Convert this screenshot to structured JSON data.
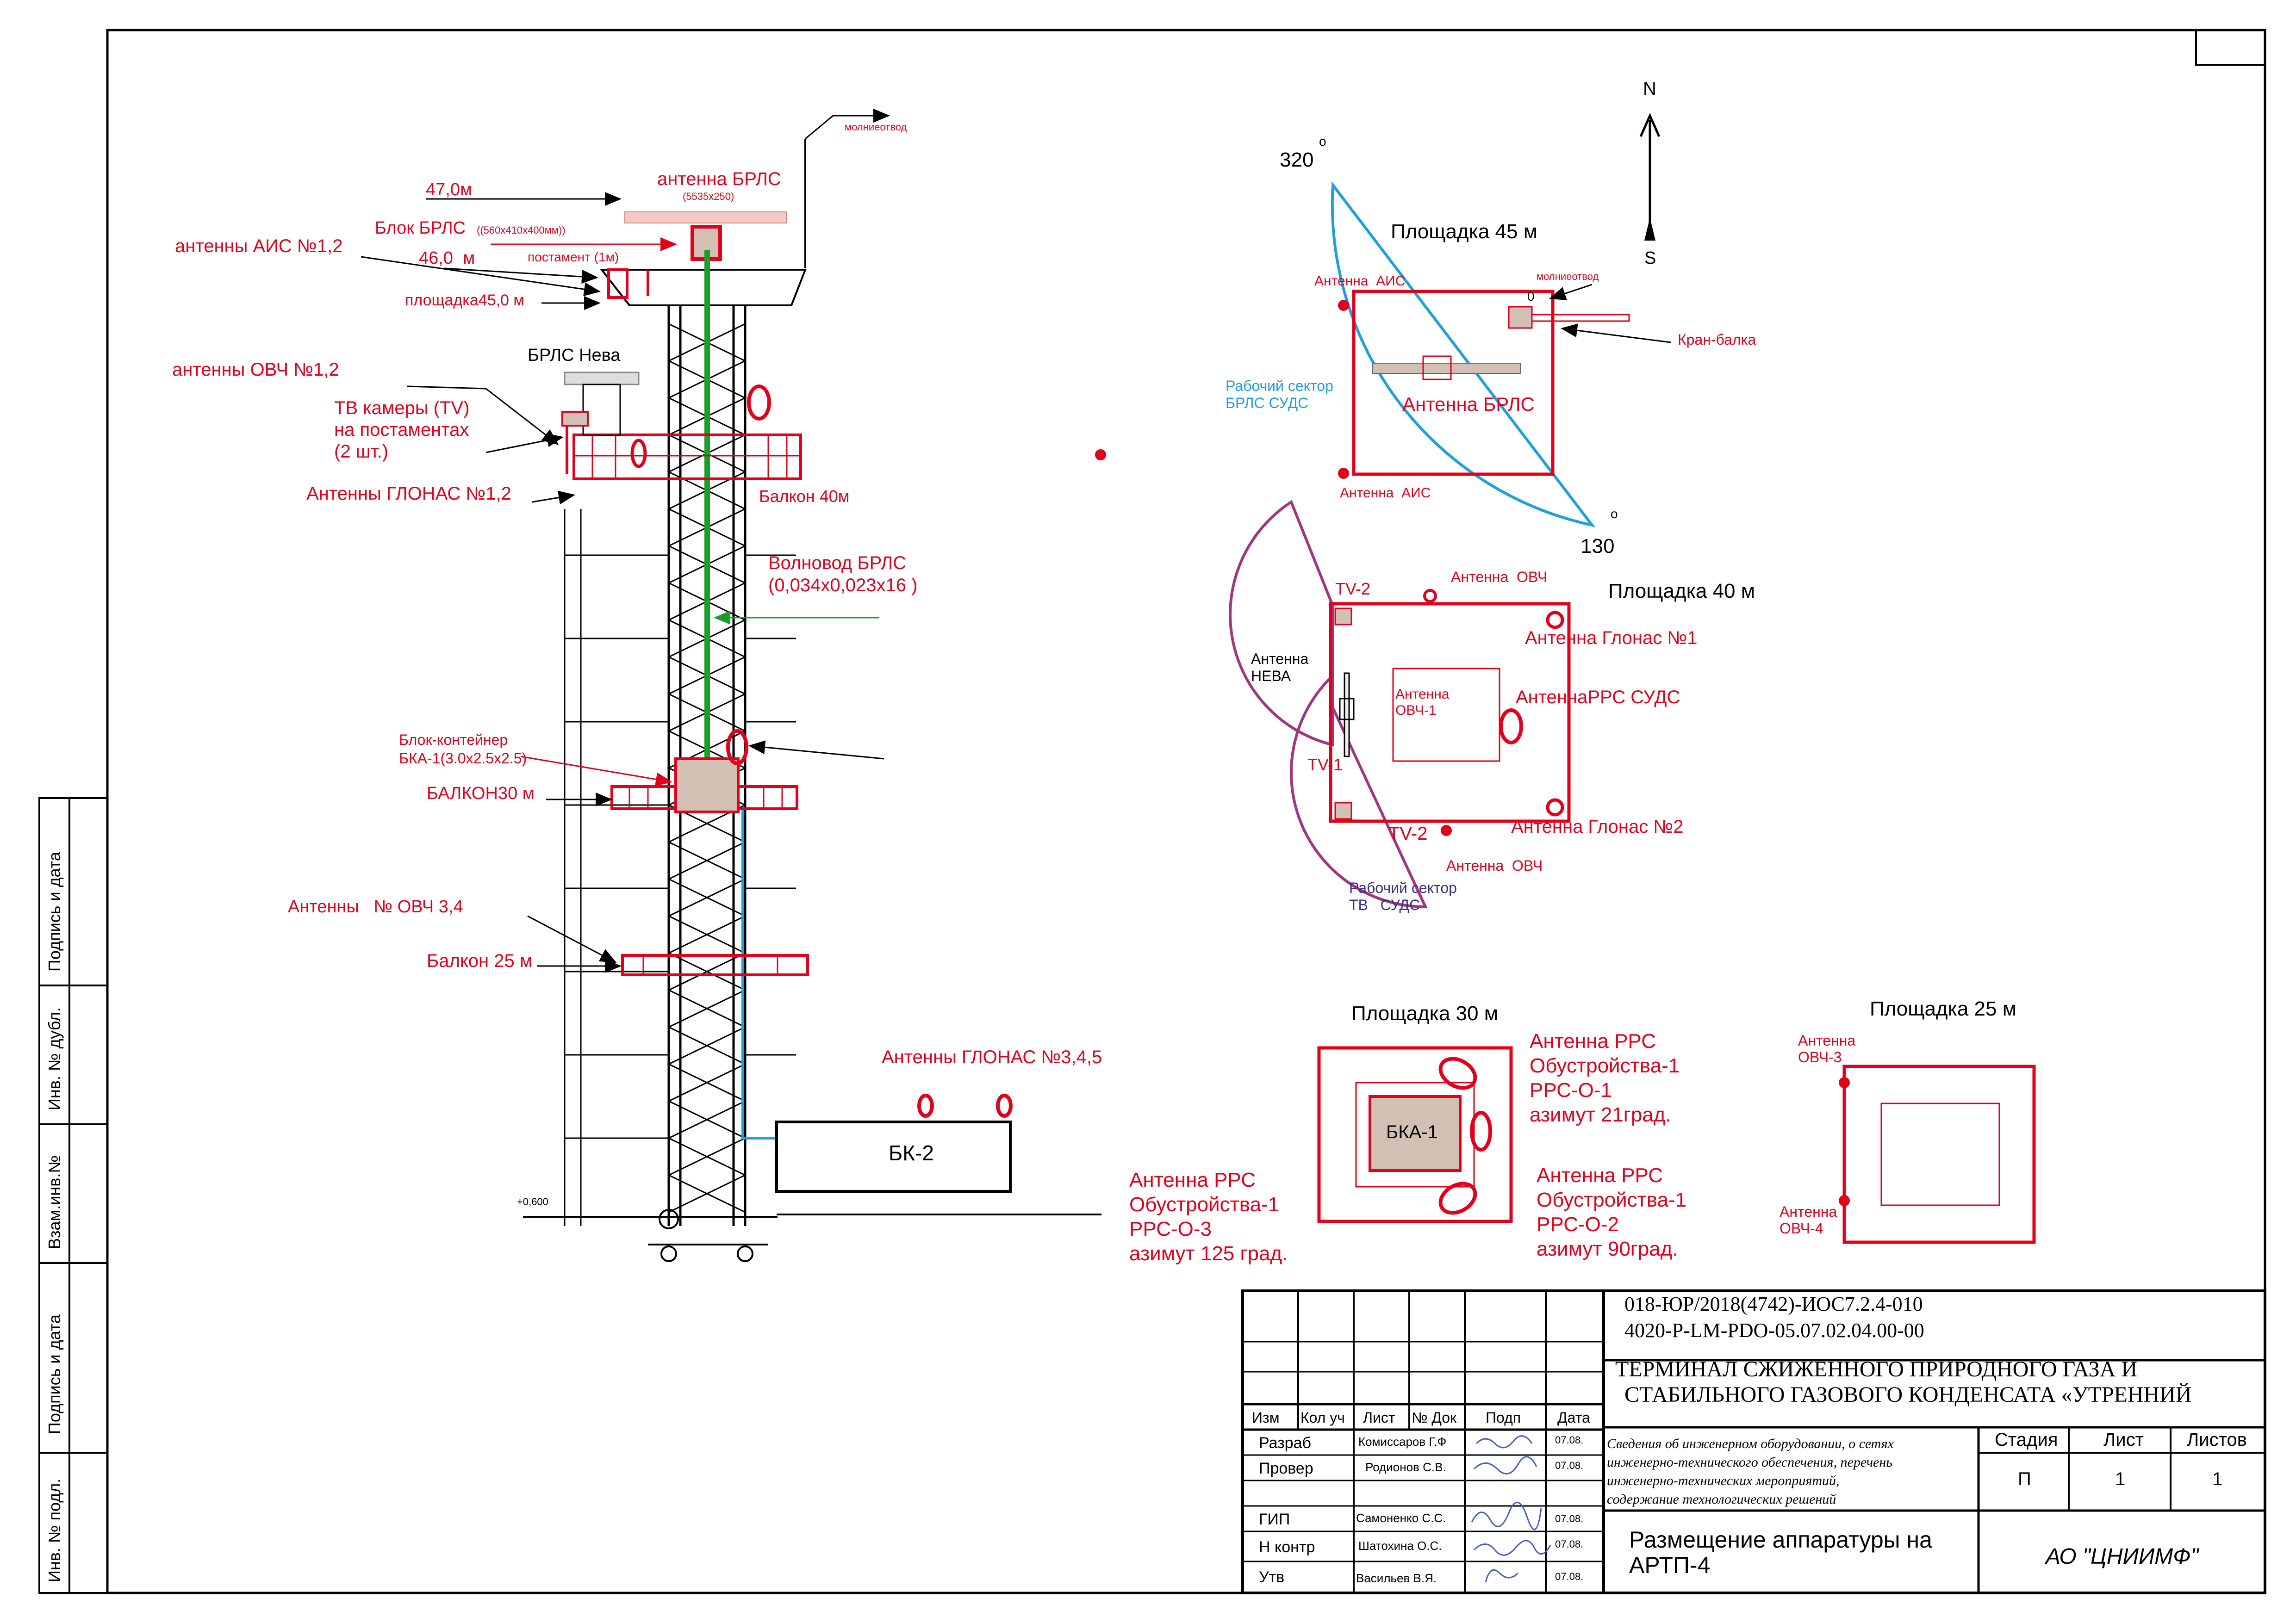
{
  "north_label": "N",
  "south_label": "S",
  "tower": {
    "lightning_rod": "молниеотвод",
    "brls_antenna": "антенна БРЛС",
    "brls_antenna_size": "(5535x250)",
    "level_47": "47,0м",
    "brls_block": "Блок БРЛС",
    "brls_block_size": "(560x410x400мм)",
    "ais_antennas": "антенны АИС №1,2",
    "level_46": "46,0  м",
    "pedestal": "постамент (1м)",
    "platform_45": "площадка45,0 м",
    "brls_neva": "БРЛС Нева",
    "vhf_antennas_12": "антенны ОВЧ №1,2",
    "tv_cameras_1": "ТВ камеры (TV)",
    "tv_cameras_2": "на постаментах",
    "tv_cameras_3": "(2 шт.)",
    "glonass_12": "Антенны ГЛОНАС №1,2",
    "balcony_40": "Балкон 40м",
    "waveguide_1": "Волновод БРЛС",
    "waveguide_2": "(0,034x0,023x16 )",
    "block_container_1": "Блок-контейнер",
    "block_container_2": "БКА-1(3.0x2.5x2.5)",
    "balcony_30": "БАЛКОН30 м",
    "vhf_antennas_34": "Антенны   № ОВЧ 3,4",
    "balcony_25": "Балкон 25 м",
    "glonass_345": "Антенны ГЛОНАС №3,4,5",
    "bk2": "БК-2",
    "ground_level": "+0,600"
  },
  "rrs_o3": {
    "l1": "Антенна РРС",
    "l2": "Обустройства-1",
    "l3": "РРС-О-3",
    "l4": "азимут 125 град."
  },
  "plan45": {
    "title": "Площадка 45 м",
    "deg_320": "320",
    "deg_130": "130",
    "deg_sign": "о",
    "ais_top": "Антенна  АИС",
    "ais_bottom": "Антенна  АИС",
    "lightning_rod": "молниеотвод",
    "crane": "Кран-балка",
    "brls": "Антенна БРЛС",
    "sector_1": "Рабочий сектор",
    "sector_2": "БРЛС СУДС",
    "mark_zero": "0"
  },
  "plan40": {
    "title": "Площадка 40 м",
    "tv2_top": "TV-2",
    "vhf_top": "Антенна  ОВЧ",
    "glonass_1": "Антенна Глонас №1",
    "neva_1": "Антенна",
    "neva_2": "НЕВА",
    "vhf1_1": "Антенна",
    "vhf1_2": "ОВЧ-1",
    "rrs_suds": "АнтеннаРРС СУДС",
    "tv1": "TV-1",
    "tv2_bottom": "TV-2",
    "glonass_2": "Антенна Глонас №2",
    "vhf_bottom": "Антенна  ОВЧ",
    "tv_sector_1": "Рабочий сектор",
    "tv_sector_2": "ТВ   СУДС"
  },
  "plan30": {
    "title": "Площадка 30 м",
    "bka1": "БКА-1",
    "rrs_o1": {
      "l1": "Антенна РРС",
      "l2": "Обустройства-1",
      "l3": "РРС-О-1",
      "l4": "азимут 21град."
    },
    "rrs_o2": {
      "l1": "Антенна РРС",
      "l2": "Обустройства-1",
      "l3": "РРС-О-2",
      "l4": "азимут 90град."
    }
  },
  "plan25": {
    "title": "Площадка 25 м",
    "vhf3_1": "Антенна",
    "vhf3_2": "ОВЧ-3",
    "vhf4_1": "Антенна",
    "vhf4_2": "ОВЧ-4"
  },
  "side_stamp": [
    "Подпись и дата",
    "Инв. № дубл.",
    "Взам.инв.№",
    "Подпись и дата",
    "Инв. № подл."
  ],
  "title_block": {
    "code_1": "018-ЮР/2018(4742)-ИОС7.2.4-010",
    "code_2": "4020-P-LM-PDO-05.07.02.04.00-00",
    "project_1": "ТЕРМИНАЛ СЖИЖЕННОГО ПРИРОДНОГО ГАЗА И",
    "project_2": "СТАБИЛЬНОГО ГАЗОВОГО КОНДЕНСАТА «УТРЕННИЙ",
    "headers": [
      "Изм",
      "Кол уч",
      "Лист",
      "№ Док",
      "Подп",
      "Дата"
    ],
    "signers": [
      {
        "role": "Разраб",
        "name": "Комиссаров Г.Ф",
        "date": "07.08."
      },
      {
        "role": "Провер",
        "name": "Родионов С.В.",
        "date": "07.08."
      },
      {
        "role": "",
        "name": "",
        "date": ""
      },
      {
        "role": "ГИП",
        "name": "Самоненко С.С.",
        "date": "07.08."
      },
      {
        "role": "Н контр",
        "name": "Шатохина О.С.",
        "date": "07.08."
      },
      {
        "role": "Утв",
        "name": "Васильев В.Я.",
        "date": "07.08."
      }
    ],
    "description": [
      "Сведения об инженерном оборудовании, о сетях",
      "инженерно-технического обеспечения, перечень",
      "инженерно-технических мероприятий,",
      "содержание технологических решений"
    ],
    "stage_label": "Стадия",
    "sheet_label": "Лист",
    "sheets_label": "Листов",
    "stage_value": "П",
    "sheet_value": "1",
    "sheets_value": "1",
    "sheet_title_1": "Размещение аппаратуры на",
    "sheet_title_2": "АРТП-4",
    "company": "АО \"ЦНИИМФ\""
  }
}
